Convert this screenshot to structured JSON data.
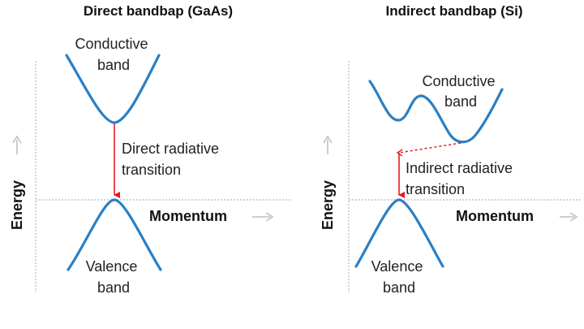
{
  "colors": {
    "band": "#2a7fc4",
    "transition": "#e8191f",
    "axis": "#b8b8b8",
    "arrow_gray": "#bfbfbf"
  },
  "left_panel": {
    "title": "Direct bandbap (GaAs)",
    "conduction_label": [
      "Conductive",
      "band"
    ],
    "transition_label": [
      "Direct radiative",
      "transition"
    ],
    "valence_label": [
      "Valence",
      "band"
    ],
    "y_axis_label": "Energy",
    "x_axis_label": "Momentum"
  },
  "right_panel": {
    "title": "Indirect bandbap (Si)",
    "conduction_label": [
      "Conductive",
      "band"
    ],
    "transition_label": [
      "Indirect radiative",
      "transition"
    ],
    "valence_label": [
      "Valence",
      "band"
    ],
    "y_axis_label": "Energy",
    "x_axis_label": "Momentum"
  },
  "icons": {
    "y_arrow": "arrow-up-icon",
    "x_arrow": "arrow-right-icon"
  }
}
